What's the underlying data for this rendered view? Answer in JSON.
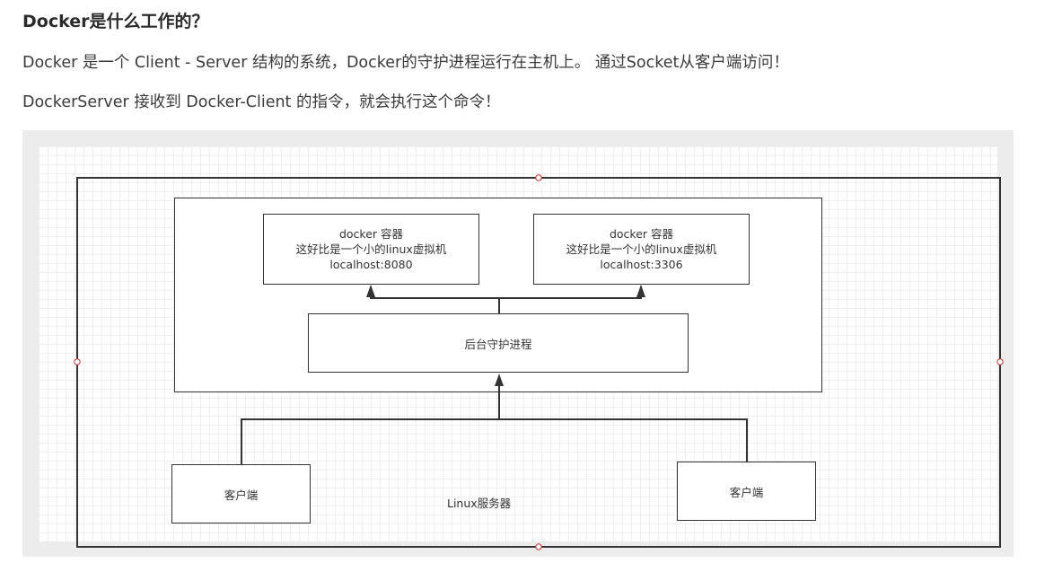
{
  "heading": "Docker是什么工作的？",
  "paragraphs": [
    "Docker 是一个 Client - Server 结构的系统，Docker的守护进程运行在主机上。 通过Socket从客户端访问！",
    "DockerServer 接收到 Docker-Client 的指令，就会执行这个命令！"
  ],
  "diagram": {
    "containers": [
      {
        "title": "docker 容器",
        "desc": "这好比是一个小的linux虚拟机",
        "host": "localhost:8080"
      },
      {
        "title": "docker 容器",
        "desc": "这好比是一个小的linux虚拟机",
        "host": "localhost:3306"
      }
    ],
    "daemon": "后台守护进程",
    "clients": [
      "客户端",
      "客户端"
    ],
    "server_label": "Linux服务器"
  },
  "colors": {
    "stroke": "#333333",
    "figure_bg": "#ececec",
    "grid": "#efefef",
    "handle": "#c0392b"
  }
}
